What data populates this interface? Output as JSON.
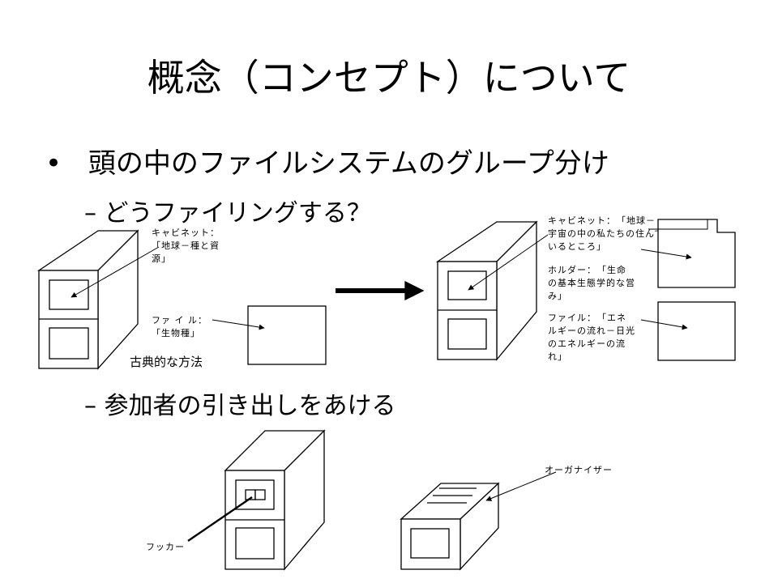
{
  "slide": {
    "title": "概念（コンセプト）について",
    "bullet_symbol": "•",
    "bullet": "頭の中のファイルシステムのグループ分け",
    "sub1": "– どうファイリングする？",
    "sub2": "– 参加者の引き出しをあける"
  },
  "left_diagram": {
    "cabinet_label": "キャビネット：\n「地球－種と資\n源」",
    "file_label": "ファ イ ル：\n「生物種」",
    "method_label": "古典的な方法"
  },
  "right_diagram": {
    "cabinet_label": "キャビネット：　「地球－\n宇宙の中の私たちの住んで\nいるところ」",
    "folder_label": "ホルダー：　「生命\nの基本生態学的な営\nみ」",
    "file_label": "ファイル：　「エネ\nルギーの流れ－日光\nのエネルギーの流\nれ」"
  },
  "bottom_diagram": {
    "hook_label": "フッカー",
    "organizer_label": "オーガナイザー"
  }
}
